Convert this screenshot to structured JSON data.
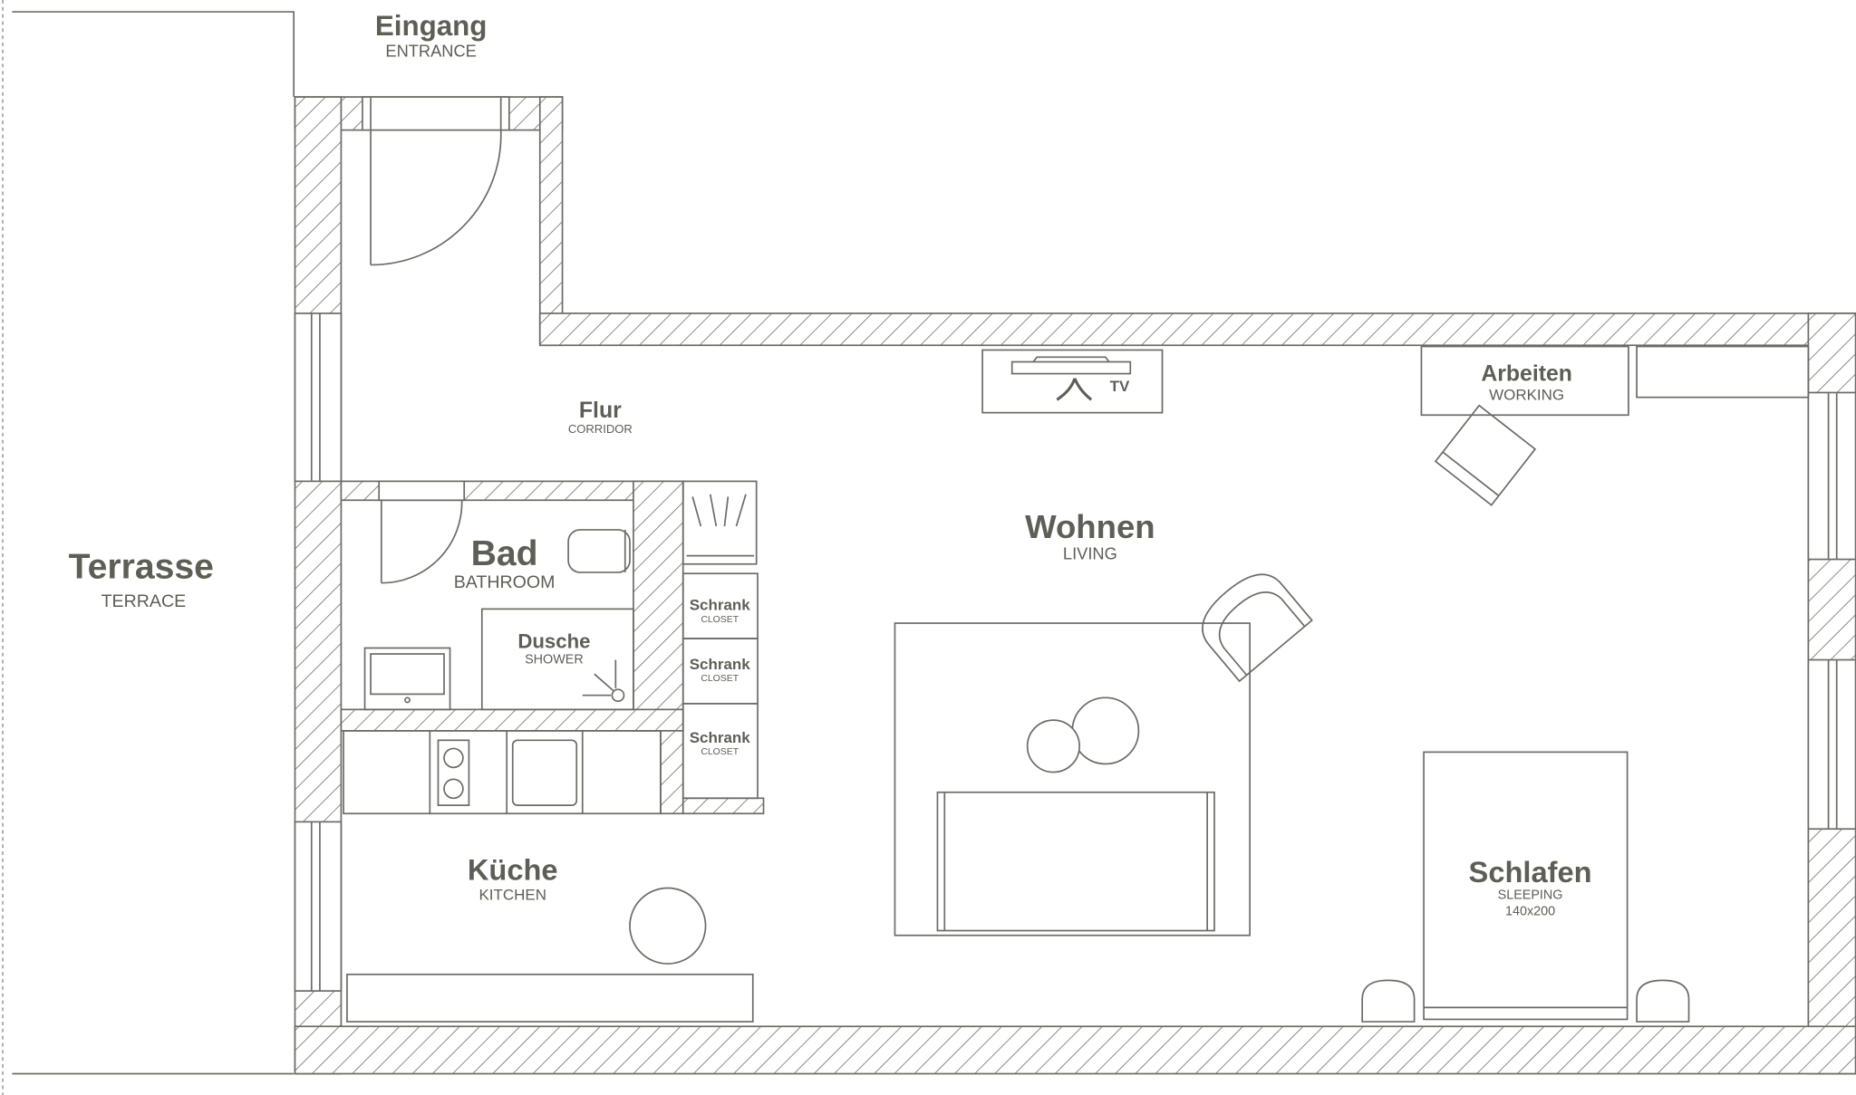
{
  "rooms": {
    "entrance": {
      "de": "Eingang",
      "en": "ENTRANCE"
    },
    "terrace": {
      "de": "Terrasse",
      "en": "TERRACE"
    },
    "corridor": {
      "de": "Flur",
      "en": "CORRIDOR"
    },
    "bathroom": {
      "de": "Bad",
      "en": "BATHROOM"
    },
    "shower": {
      "de": "Dusche",
      "en": "SHOWER"
    },
    "closets": [
      {
        "de": "Schrank",
        "en": "CLOSET"
      },
      {
        "de": "Schrank",
        "en": "CLOSET"
      },
      {
        "de": "Schrank",
        "en": "CLOSET"
      }
    ],
    "kitchen": {
      "de": "Küche",
      "en": "KITCHEN"
    },
    "living": {
      "de": "Wohnen",
      "en": "LIVING"
    },
    "working": {
      "de": "Arbeiten",
      "en": "WORKING"
    },
    "sleeping": {
      "de": "Schlafen",
      "en": "SLEEPING",
      "bed_size": "140x200"
    }
  },
  "tv_label": "TV",
  "colors": {
    "line": "#6b6b66",
    "text": "#5e5e57"
  }
}
